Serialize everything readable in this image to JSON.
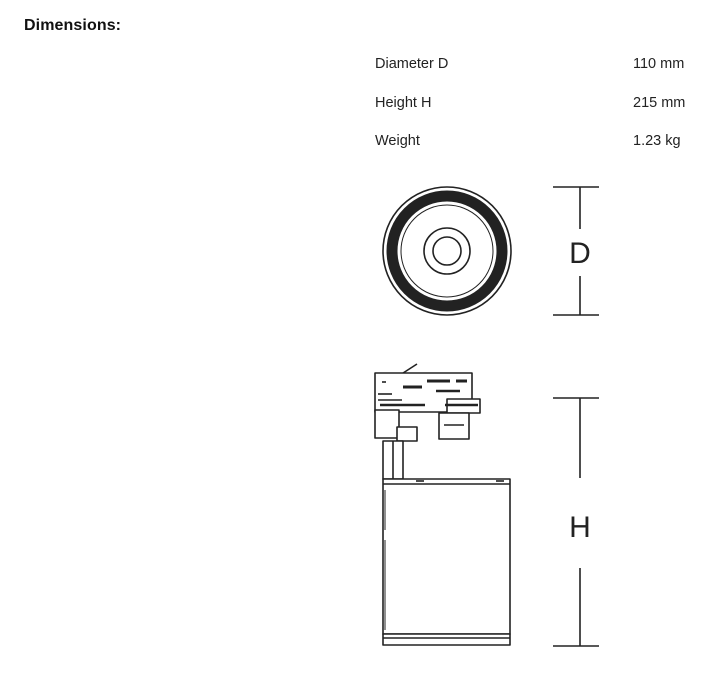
{
  "heading": "Dimensions:",
  "specs": [
    {
      "label": "Diameter D",
      "value": "110 mm"
    },
    {
      "label": "Height H",
      "value": "215 mm"
    },
    {
      "label": "Weight",
      "value": "1.23 kg"
    }
  ],
  "drawing": {
    "top_view_letter": "D",
    "side_view_letter": "H",
    "line_color": "#222222",
    "fill_color": "#ffffff"
  }
}
